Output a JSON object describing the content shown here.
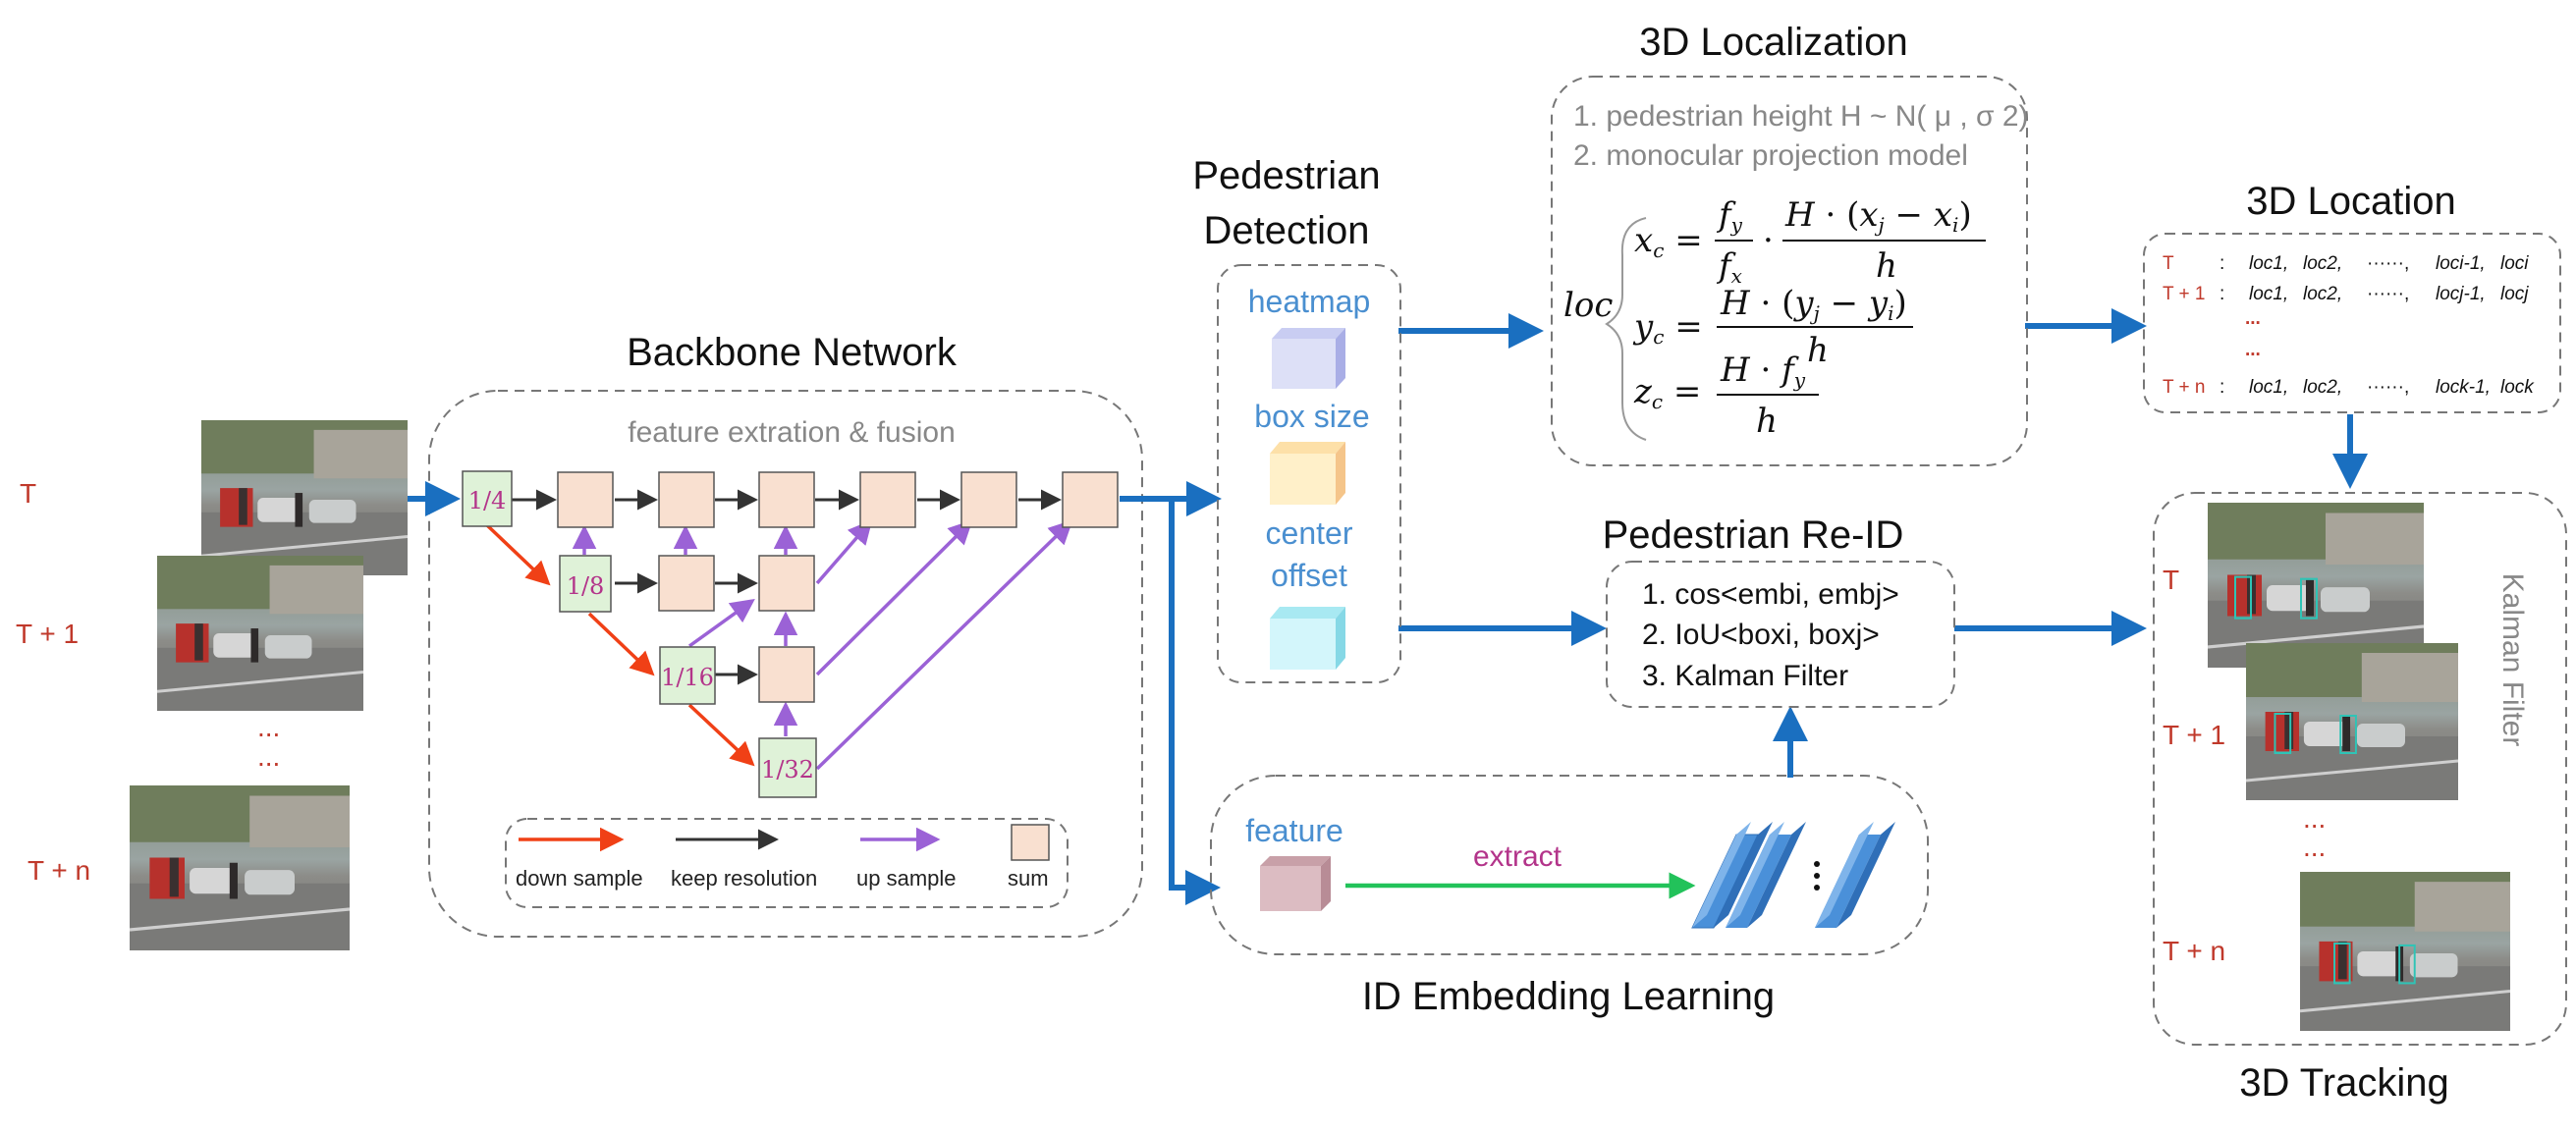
{
  "frames": {
    "t0": "T",
    "t1": "T + 1",
    "dots": "...",
    "tn": "T + n"
  },
  "backbone": {
    "title": "Backbone Network",
    "subtitle": "feature extration & fusion",
    "scales": [
      "1/4",
      "1/8",
      "1/16",
      "1/32"
    ],
    "legend": {
      "down": "down sample",
      "keep": "keep resolution",
      "up": "up sample",
      "sum": "sum"
    }
  },
  "detection": {
    "title_line1": "Pedestrian",
    "title_line2": "Detection",
    "heatmap": "heatmap",
    "box_size": "box size",
    "center_line1": "center",
    "center_line2": "offset"
  },
  "localization": {
    "title": "3D Localization",
    "step1": "1. pedestrian height H ~ N( μ , σ 2)",
    "step2": "2. monocular projection model",
    "loc_label": "loc"
  },
  "location": {
    "title": "3D Location",
    "rows": [
      {
        "t": "T",
        "sep": ":",
        "a": "loc1,",
        "b": "loc2,",
        "dots": "······,",
        "c": "loci-1,",
        "d": "loci"
      },
      {
        "t": "T + 1",
        "sep": ":",
        "a": "loc1,",
        "b": "loc2,",
        "dots": "······,",
        "c": "locj-1,",
        "d": "locj"
      },
      {
        "t": "T + n",
        "sep": ":",
        "a": "loc1,",
        "b": "loc2,",
        "dots": "······,",
        "c": "lock-1,",
        "d": "lock"
      }
    ],
    "vdots": "..."
  },
  "reid": {
    "title": "Pedestrian Re-ID",
    "item1": "1. cos<embi, embj>",
    "item2": "2. IoU<boxi, boxj>",
    "item3": "3. Kalman Filter"
  },
  "embedding": {
    "title": "ID Embedding Learning",
    "feature": "feature",
    "extract": "extract"
  },
  "tracking": {
    "title": "3D Tracking",
    "side_label": "Kalman Filter",
    "t0": "T",
    "t1": "T + 1",
    "dots": "...",
    "tn": "T + n"
  },
  "colors": {
    "main_arrow": "#1a6fc0",
    "down_arrow": "#f04016",
    "up_arrow": "#9b62d6",
    "extract_arrow": "#22c25a",
    "frame_label": "#c0392b"
  }
}
